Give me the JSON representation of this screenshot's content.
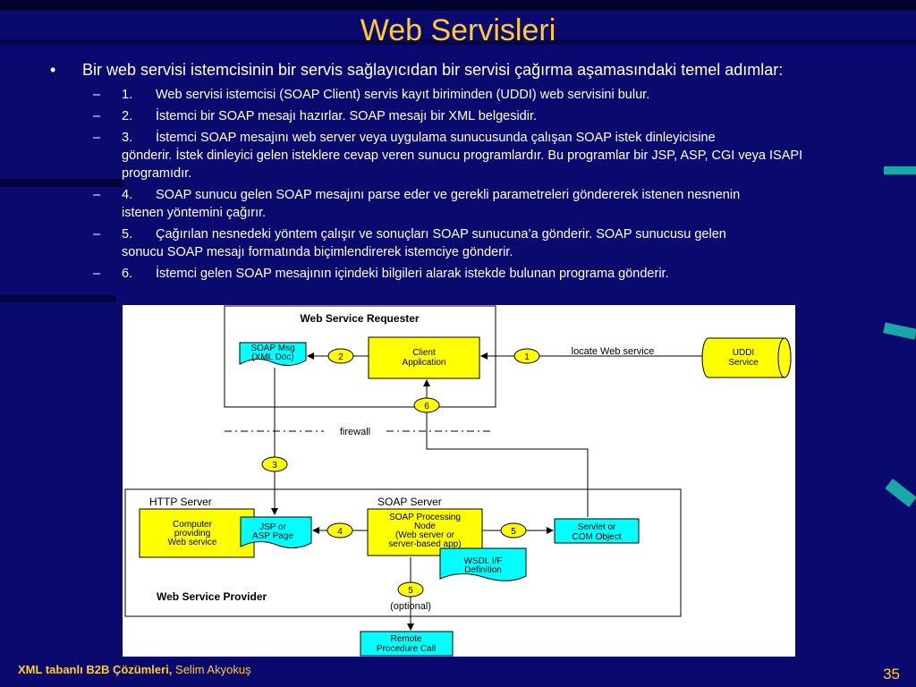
{
  "slide": {
    "title": "Web Servisleri",
    "bullet": "Bir web servisi istemcisinin bir servis sağlayıcıdan bir servisi çağırma aşamasındaki temel adımlar:",
    "steps": [
      {
        "num": "1.",
        "line1": "Web servisi istemcisi (SOAP Client) servis kayıt biriminden (UDDI) web servisini bulur.",
        "line2": ""
      },
      {
        "num": "2.",
        "line1": "İstemci bir SOAP mesajı hazırlar. SOAP mesajı bir XML belgesidir.",
        "line2": ""
      },
      {
        "num": "3.",
        "line1": "İstemci SOAP mesajını web server veya uygulama sunucusunda çalışan SOAP istek dinleyicisine",
        "line2": "gönderir. İstek dinleyici gelen isteklere cevap veren sunucu programlardır.  Bu programlar bir JSP, ASP, CGI veya ISAPI programıdır."
      },
      {
        "num": "4.",
        "line1": "SOAP sunucu gelen SOAP mesajını parse eder ve gerekli parametreleri göndererek istenen nesnenin",
        "line2": "istenen yöntemini çağırır."
      },
      {
        "num": "5.",
        "line1": "Çağırılan nesnedeki yöntem çalışır ve sonuçları SOAP sunucuna’a gönderir. SOAP sunucusu gelen",
        "line2": "sonucu SOAP mesajı formatında biçimlendirerek istemciye gönderir."
      },
      {
        "num": "6.",
        "line1": "İstemci gelen SOAP mesajının içindeki bilgileri alarak istekde bulunan programa gönderir.",
        "line2": ""
      }
    ]
  },
  "diagram": {
    "requester_title": "Web Service Requester",
    "soap_msg": [
      "SOAP Msg",
      "(XML Doc)"
    ],
    "client_app": [
      "Client",
      "Application"
    ],
    "locate": "locate Web service",
    "uddi": [
      "UDDI",
      "Service"
    ],
    "firewall": "firewall",
    "http_server": "HTTP Server",
    "soap_server": "SOAP Server",
    "computer": [
      "Computer",
      "providing",
      "Web service"
    ],
    "jsp": [
      "JSP or",
      "ASP Page"
    ],
    "soap_node": [
      "SOAP Processing",
      "Node",
      "(Web server or",
      "server-based app)"
    ],
    "servlet": [
      "Servlet or",
      "COM Object"
    ],
    "wsdl": [
      "WSDL I/F",
      "Definition"
    ],
    "provider_title": "Web Service Provider",
    "optional": "(optional)",
    "rpc": [
      "Remote",
      "Procedure Call"
    ],
    "steps": [
      "1",
      "2",
      "3",
      "4",
      "5",
      "5",
      "6"
    ]
  },
  "footer": {
    "course": "XML tabanlı B2B Çözümleri,",
    "author": "Selim Akyokuş",
    "page": "35"
  },
  "colors": {
    "background": "#0a0a6e",
    "title": "#ffcc33",
    "box_yellow": "#ffff00",
    "box_cyan": "#00ffff",
    "decoration": "#1aa7a7"
  }
}
